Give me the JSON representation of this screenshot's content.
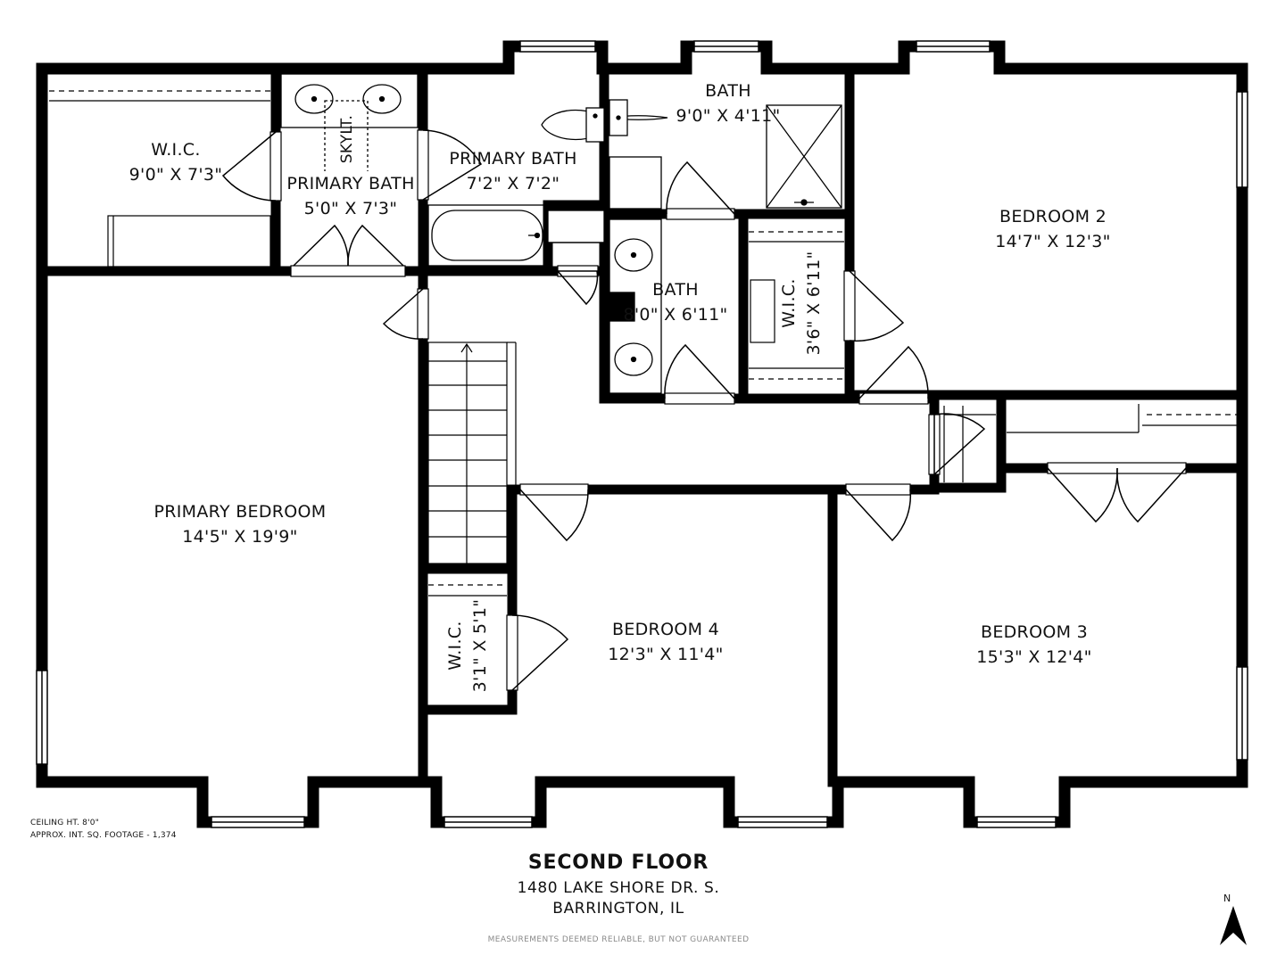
{
  "floor": {
    "title": "SECOND FLOOR",
    "address_line1": "1480 LAKE SHORE DR. S.",
    "address_line2": "BARRINGTON, IL",
    "disclaimer": "MEASUREMENTS DEEMED RELIABLE, BUT NOT GUARANTEED",
    "ceiling_height": "CEILING HT. 8'0\"",
    "sq_footage": "APPROX. INT. SQ. FOOTAGE - 1,374",
    "north": "N"
  },
  "rooms": {
    "wic_primary": {
      "name": "W.I.C.",
      "dims": "9'0\" X 7'3\""
    },
    "primary_bath_small": {
      "name": "PRIMARY BATH",
      "dims": "5'0\" X 7'3\""
    },
    "skylight": {
      "name": "SKYLT."
    },
    "primary_bath": {
      "name": "PRIMARY BATH",
      "dims": "7'2\" X 7'2\""
    },
    "bath_top": {
      "name": "BATH",
      "dims": "9'0\" X 4'11\""
    },
    "bath_mid": {
      "name": "BATH",
      "dims": "8'0\" X 6'11\""
    },
    "wic_mid": {
      "name": "W.I.C.",
      "dims": "3'6\" X 6'11\""
    },
    "bedroom2": {
      "name": "BEDROOM 2",
      "dims": "14'7\" X 12'3\""
    },
    "primary_bedroom": {
      "name": "PRIMARY BEDROOM",
      "dims": "14'5\" X 19'9\""
    },
    "wic_small": {
      "name": "W.I.C.",
      "dims": "3'1\" X 5'1\""
    },
    "bedroom4": {
      "name": "BEDROOM 4",
      "dims": "12'3\" X 11'4\""
    },
    "bedroom3": {
      "name": "BEDROOM 3",
      "dims": "15'3\" X 12'4\""
    }
  }
}
